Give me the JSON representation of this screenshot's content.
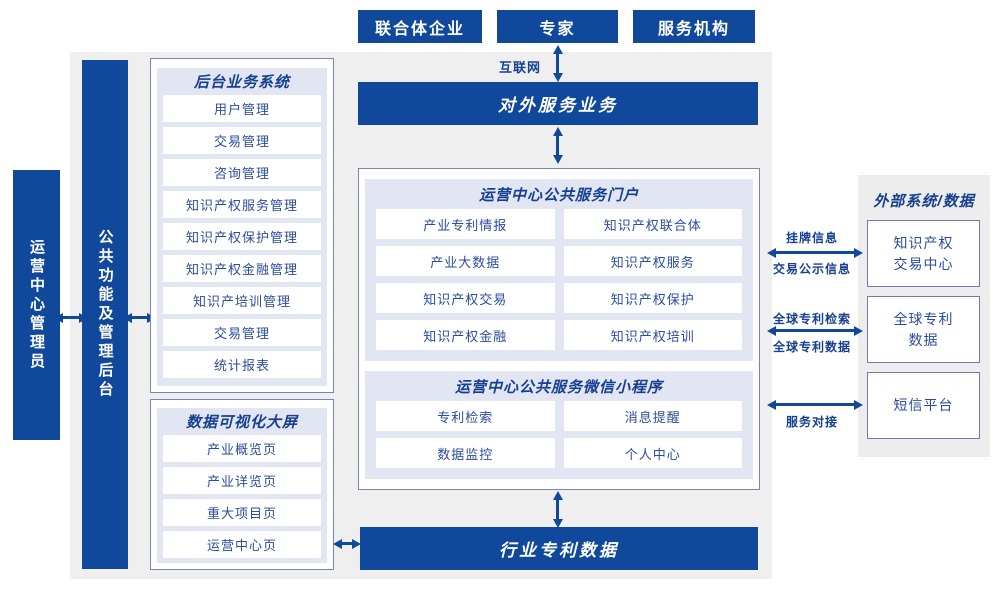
{
  "colors": {
    "primary": "#10489B",
    "panel": "#e2e6f3",
    "border": "#7b83b3",
    "item_text": "#2b4c9f",
    "title_text": "#16408f",
    "bg_main": "#efefef",
    "bg_right": "#ededed"
  },
  "actors": [
    {
      "label": "联合体企业"
    },
    {
      "label": "专家"
    },
    {
      "label": "服务机构"
    }
  ],
  "internet_label": "互联网",
  "external_service_bar": "对外服务业务",
  "admin_sidebar": {
    "label": "运营中心管理员"
  },
  "backend_sidebar": {
    "label": "公共功能及管理后台"
  },
  "backend_system": {
    "title": "后台业务系统",
    "items": [
      "用户管理",
      "交易管理",
      "咨询管理",
      "知识产权服务管理",
      "知识产权保护管理",
      "知识产权金融管理",
      "知识产培训管理",
      "交易管理",
      "统计报表"
    ]
  },
  "dashboard": {
    "title": "数据可视化大屏",
    "items": [
      "产业概览页",
      "产业详览页",
      "重大项目页",
      "运营中心页"
    ]
  },
  "portal": {
    "title": "运营中心公共服务门户",
    "items": [
      "产业专利情报",
      "知识产权联合体",
      "产业大数据",
      "知识产权服务",
      "知识产权交易",
      "知识产权保护",
      "知识产权金融",
      "知识产权培训"
    ]
  },
  "miniprogram": {
    "title": "运营中心公共服务微信小程序",
    "items": [
      "专利检索",
      "消息提醒",
      "数据监控",
      "个人中心"
    ]
  },
  "industry_data_bar": "行业专利数据",
  "external_systems": {
    "title": "外部系统/数据",
    "boxes": [
      "知识产权\n交易中心",
      "全球专利\n数据",
      "短信平台"
    ]
  },
  "link_labels": {
    "listing_info": "挂牌信息",
    "trade_publicity": "交易公示信息",
    "global_patent_search": "全球专利检索",
    "global_patent_data": "全球专利数据",
    "service_connect": "服务对接"
  }
}
